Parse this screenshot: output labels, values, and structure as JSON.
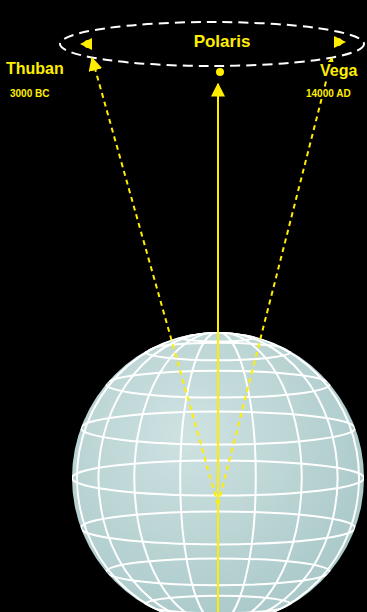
{
  "diagram": {
    "labels": [
      "Polaris",
      "Thuban",
      "3000 BC",
      "Vega",
      "14000 AD"
    ]
  }
}
